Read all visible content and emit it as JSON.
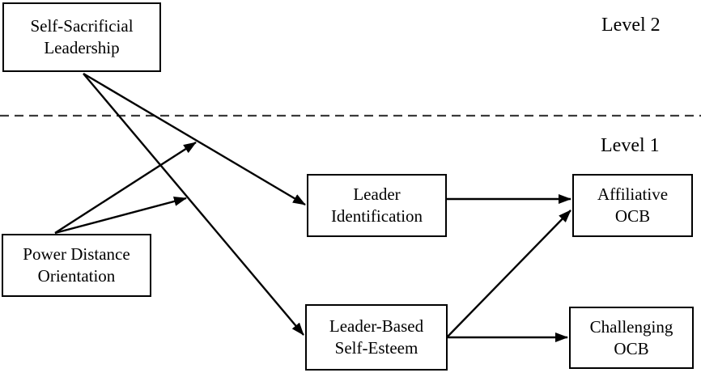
{
  "levels": {
    "level2_label": "Level 2",
    "level1_label": "Level 1"
  },
  "nodes": {
    "ssl": {
      "name": "Self-Sacrificial Leadership",
      "lines": [
        "Self-Sacrificial",
        "Leadership"
      ]
    },
    "pdo": {
      "name": "Power Distance Orientation",
      "lines": [
        "Power Distance",
        "Orientation"
      ]
    },
    "li": {
      "name": "Leader Identification",
      "lines": [
        "Leader",
        "Identification"
      ]
    },
    "lbse": {
      "name": "Leader-Based Self-Esteem",
      "lines": [
        "Leader-Based",
        "Self-Esteem"
      ]
    },
    "aocb": {
      "name": "Affiliative OCB",
      "lines": [
        "Affiliative",
        "OCB"
      ]
    },
    "cocb": {
      "name": "Challenging OCB",
      "lines": [
        "Challenging",
        "OCB"
      ]
    }
  },
  "edges": [
    {
      "from": "Self-Sacrificial Leadership",
      "to": "Leader Identification",
      "type": "direct"
    },
    {
      "from": "Self-Sacrificial Leadership",
      "to": "Leader-Based Self-Esteem",
      "type": "direct"
    },
    {
      "from": "Power Distance Orientation",
      "to": "path: Self-Sacrificial Leadership to Leader Identification",
      "type": "moderation"
    },
    {
      "from": "Power Distance Orientation",
      "to": "path: Self-Sacrificial Leadership to Leader-Based Self-Esteem",
      "type": "moderation"
    },
    {
      "from": "Leader Identification",
      "to": "Affiliative OCB",
      "type": "direct"
    },
    {
      "from": "Leader-Based Self-Esteem",
      "to": "Affiliative OCB",
      "type": "direct"
    },
    {
      "from": "Leader-Based Self-Esteem",
      "to": "Challenging OCB",
      "type": "direct"
    }
  ],
  "colors": {
    "line": "#000000",
    "box_border": "#000000",
    "background": "#ffffff",
    "divider": "#3a3a3a"
  }
}
